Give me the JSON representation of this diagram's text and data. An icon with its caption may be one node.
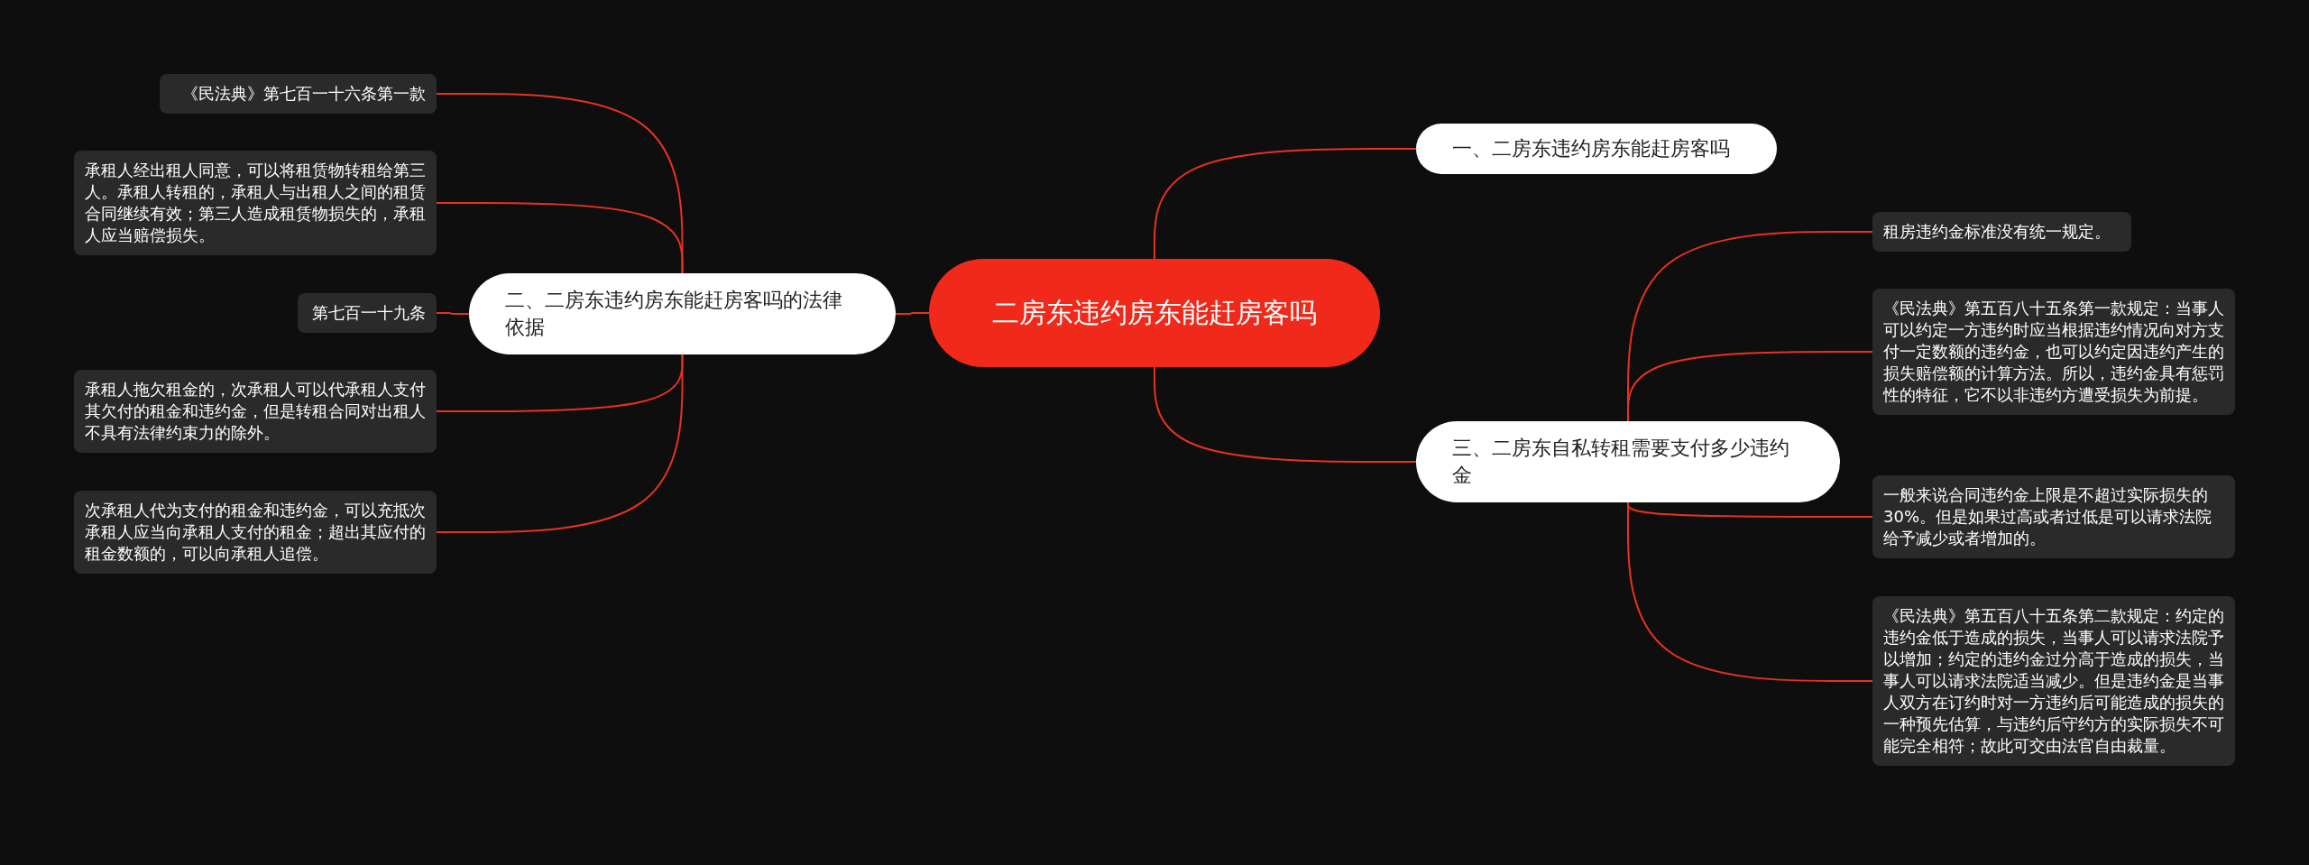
{
  "diagram": {
    "nodes": [
      {
        "text": [
          "二房东违约房东能赶房客吗"
        ]
      },
      {
        "text": [
          "一、二房东违约房东能赶房客吗"
        ]
      },
      {
        "text": [
          "二、二房东违约房东能赶房客吗的法律依据"
        ]
      },
      {
        "text": [
          "三、二房东自私转租需要支付多少违约金"
        ]
      },
      {
        "text": [
          "《民法典》第七百一十六条第一款"
        ]
      },
      {
        "text": [
          "承租人经出租人同意，可以将租赁物转租给第三人。承租人转租的，承租人与出租人之间的租赁合同继续有效；第三人造成租赁物损失的，承租人应当赔偿损失。"
        ]
      },
      {
        "text": [
          "第七百一十九条"
        ]
      },
      {
        "text": [
          "承租人拖欠租金的，次承租人可以代承租人支付其欠付的租金和违约金，但是转租合同对出租人不具有法律约束力的除外。"
        ]
      },
      {
        "text": [
          "次承租人代为支付的租金和违约金，可以充抵次承租人应当向承租人支付的租金；超出其应付的租金数额的，可以向承租人追偿。"
        ]
      },
      {
        "text": [
          "租房违约金标准没有统一规定。"
        ]
      },
      {
        "text": [
          "《民法典》第五百八十五条第一款规定：当事人可以约定一方违约时应当根据违约情况向对方支付一定数额的违约金，也可以约定因违约产生的损失赔偿额的计算方法。所以，违约金具有惩罚性的特征，它不以非违约方遭受损失为前提。"
        ]
      },
      {
        "text": [
          "一般来说合同违约金上限是不超过实际损失的30%。但是如果过高或者过低是可以请求法院给予减少或者增加的。"
        ]
      },
      {
        "text": [
          "《民法典》第五百八十五条第二款规定：约定的违约金低于造成的损失，当事人可以请求法院予以增加；约定的违约金过分高于造成的损失，当事人可以请求法院适当减少。但是违约金是当事人双方在订约时对一方违约后可能造成的损失的一种预先估算，与违约后守约方的实际损失不可能完全相符；故此可交由法官自由裁量。"
        ]
      }
    ],
    "edges": [
      {
        "from": 0,
        "to": 1,
        "arrow": "none"
      },
      {
        "from": 0,
        "to": 2,
        "arrow": "none"
      },
      {
        "from": 0,
        "to": 3,
        "arrow": "none"
      },
      {
        "from": 2,
        "to": 4,
        "arrow": "none"
      },
      {
        "from": 2,
        "to": 5,
        "arrow": "none"
      },
      {
        "from": 2,
        "to": 6,
        "arrow": "none"
      },
      {
        "from": 2,
        "to": 7,
        "arrow": "none"
      },
      {
        "from": 2,
        "to": 8,
        "arrow": "none"
      },
      {
        "from": 3,
        "to": 9,
        "arrow": "none"
      },
      {
        "from": 3,
        "to": 10,
        "arrow": "none"
      },
      {
        "from": 3,
        "to": 11,
        "arrow": "none"
      },
      {
        "from": 3,
        "to": 12,
        "arrow": "none"
      }
    ]
  }
}
